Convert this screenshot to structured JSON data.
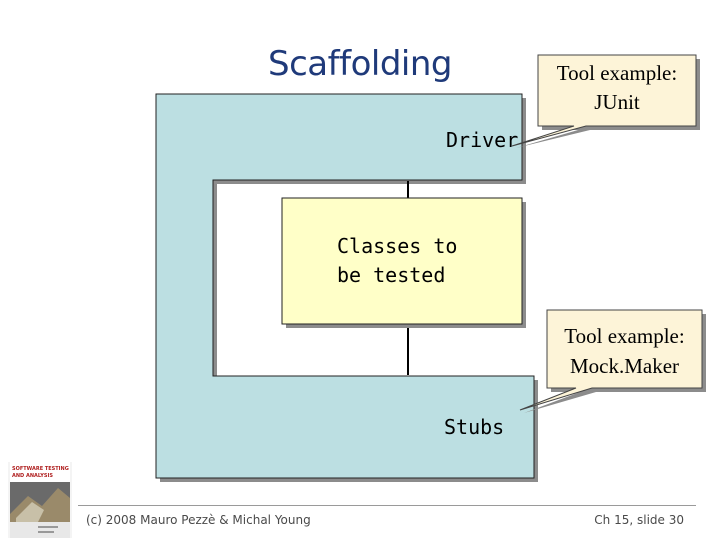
{
  "slide": {
    "title": "Scaffolding",
    "driver_label": "Driver",
    "classes_label_line1": "Classes to",
    "classes_label_line2": "be tested",
    "stubs_label": "Stubs",
    "callout_junit_line1": "Tool example:",
    "callout_junit_line2": "JUnit",
    "callout_mock_line1": "Tool example:",
    "callout_mock_line2": "Mock.Maker"
  },
  "footer": {
    "copyright": "(c) 2008 Mauro Pezzè & Michal Young",
    "slide_number": "Ch 15, slide 30",
    "book_cover_text": "SOFTWARE TESTING AND ANALYSIS"
  },
  "colors": {
    "scaffold_fill": "#bcdfe2",
    "classes_fill": "#ffffc8",
    "callout_fill": "#fdf4d8",
    "title_color": "#1f3a7a"
  }
}
